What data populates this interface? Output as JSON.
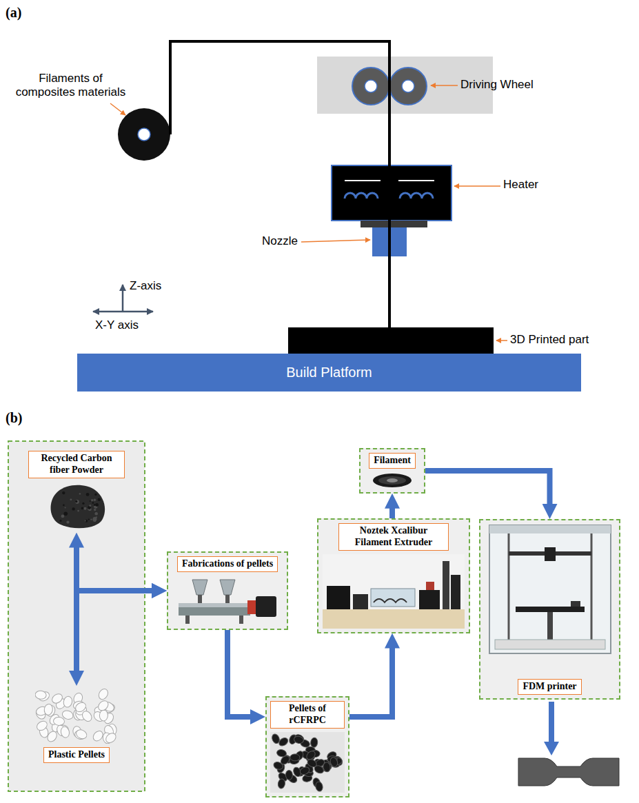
{
  "diagram": {
    "nodes": [
      {
        "text": [
          "Build Platform"
        ]
      },
      {
        "text": [
          "Recycled Carbon fiber Powder"
        ]
      },
      {
        "text": [
          "Plastic Pellets"
        ]
      },
      {
        "text": [
          "Fabrications of pellets"
        ]
      },
      {
        "text": [
          "Pellets of rCFRPC"
        ]
      },
      {
        "text": [
          "Noztek Xcalibur Filament Extruder"
        ]
      },
      {
        "text": [
          "Filament"
        ]
      },
      {
        "text": [
          "FDM printer"
        ]
      }
    ],
    "edges": [
      {
        "from": 1,
        "to": 3,
        "arrow": "both"
      },
      {
        "from": 2,
        "to": 3,
        "arrow": "both"
      },
      {
        "from": 3,
        "to": 4,
        "arrow": "to"
      },
      {
        "from": 4,
        "to": 5,
        "arrow": "to"
      },
      {
        "from": 5,
        "to": 6,
        "arrow": "to"
      },
      {
        "from": 6,
        "to": 7,
        "arrow": "to"
      }
    ],
    "labels": [
      "(a)",
      "Filaments of composites materials",
      "Driving Wheel",
      "Heater",
      "Z-axis",
      "X-Y axis",
      "Nozzle",
      "3D Printed part",
      "(b)"
    ]
  }
}
